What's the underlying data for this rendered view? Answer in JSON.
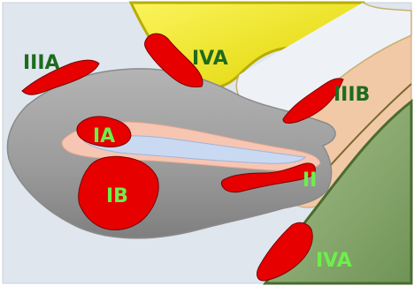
{
  "diagram": {
    "labels": {
      "IIIA": "IIIA",
      "IVA_top": "IVA",
      "IIIB": "IIIB",
      "IA": "IA",
      "IB": "IB",
      "II": "II",
      "IVA_bottom": "IVA"
    },
    "colors": {
      "background": "#dfe6ee",
      "frame": "#ffffff",
      "uterus": "#9d9d9d",
      "uterus_dark": "#7c7c7c",
      "bladder": "#f5ef3a",
      "bladder_edge": "#b8ad00",
      "rectum": "#8aa970",
      "rectum_edge": "#4a6b2e",
      "peritoneum": "#f2c3a0",
      "cavity_pink": "#f7c6b3",
      "cavity_blue": "#c9d9f2",
      "tumor": "#e60000",
      "tumor_edge": "#7a0000",
      "label_green": "#1e6b1e",
      "label_bright_green": "#6cf04a"
    }
  }
}
